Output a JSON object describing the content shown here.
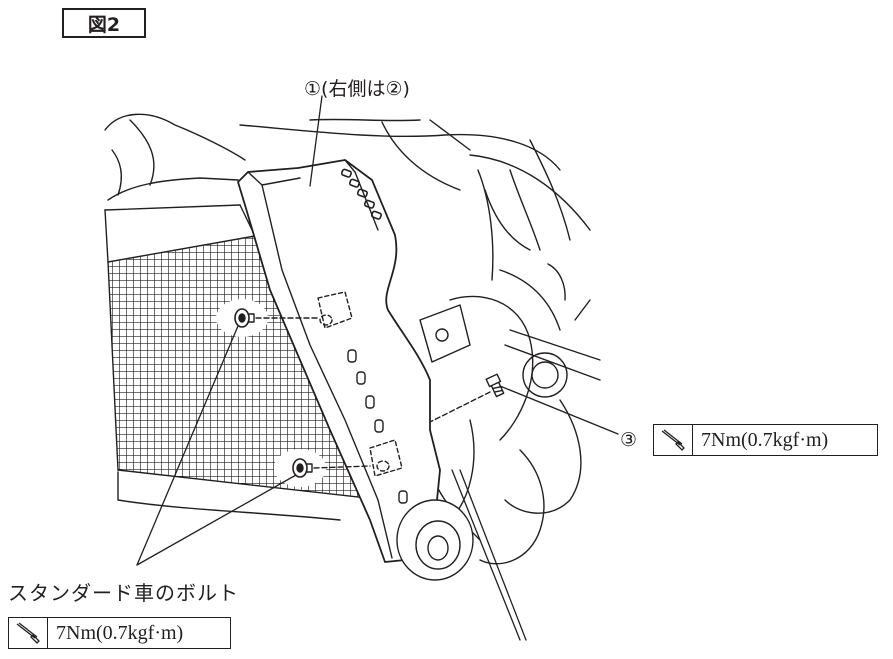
{
  "figure_label": "図2",
  "callouts": {
    "top": "①(右側は②)",
    "bolt3": "③"
  },
  "torque_spec": {
    "icon": "torque-wrench-icon",
    "value_3": "7Nm(0.7kgf·m)",
    "value_std": "7Nm(0.7kgf·m)"
  },
  "standard_bolt_label": "スタンダード車のボルト",
  "colors": {
    "line": "#231f20",
    "background": "#ffffff"
  }
}
